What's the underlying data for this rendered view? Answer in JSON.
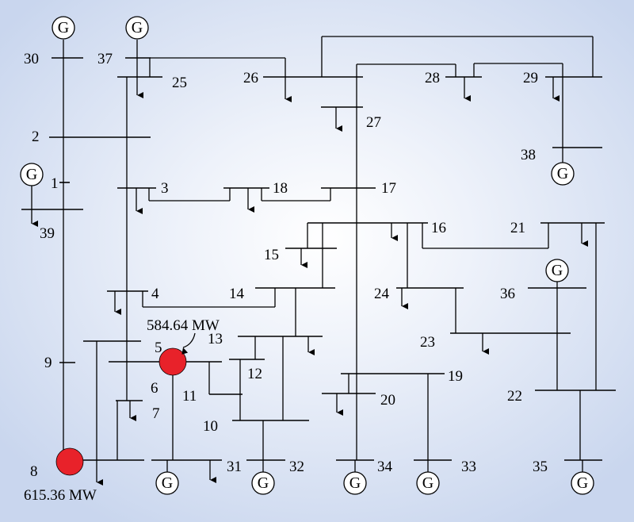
{
  "diagram": {
    "generator_symbol": "G",
    "bus_labels": {
      "b1": "1",
      "b2": "2",
      "b3": "3",
      "b4": "4",
      "b5": "5",
      "b6": "6",
      "b7": "7",
      "b8": "8",
      "b9": "9",
      "b10": "10",
      "b11": "11",
      "b12": "12",
      "b13": "13",
      "b14": "14",
      "b15": "15",
      "b16": "16",
      "b17": "17",
      "b18": "18",
      "b19": "19",
      "b20": "20",
      "b21": "21",
      "b22": "22",
      "b23": "23",
      "b24": "24",
      "b25": "25",
      "b26": "26",
      "b27": "27",
      "b28": "28",
      "b29": "29",
      "b30": "30",
      "b31": "31",
      "b32": "32",
      "b33": "33",
      "b34": "34",
      "b35": "35",
      "b36": "36",
      "b37": "37",
      "b38": "38",
      "b39": "39"
    },
    "annotations": {
      "bus5_power": "584.64 MW",
      "bus8_power": "615.36 MW"
    },
    "highlight_color": "#e8222a"
  }
}
